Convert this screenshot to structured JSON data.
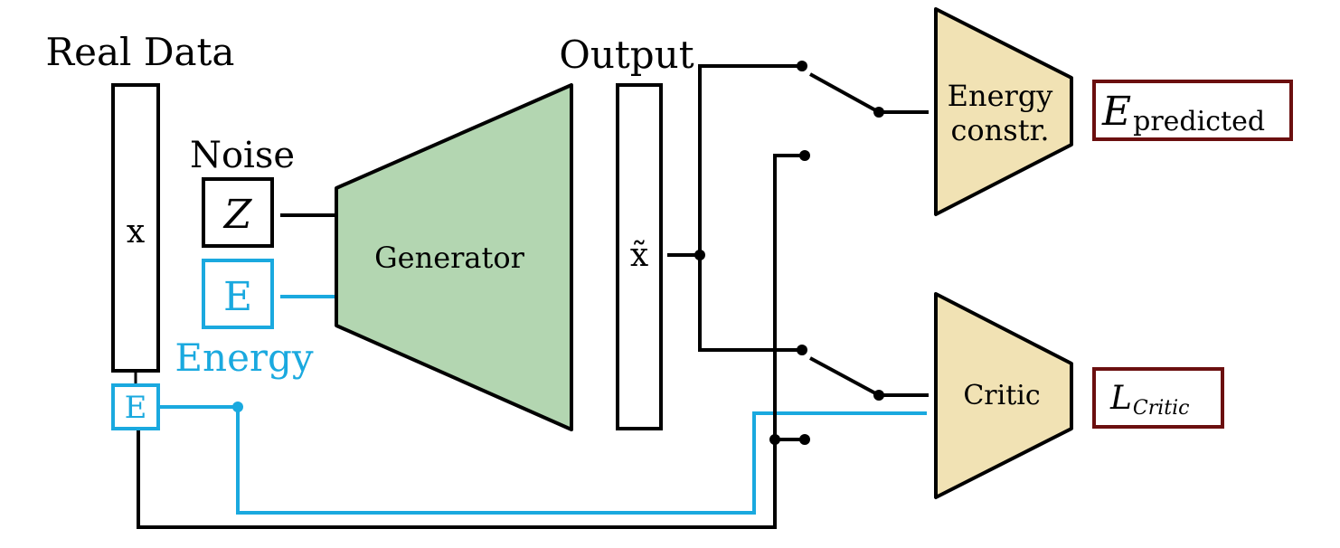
{
  "labels": {
    "real_data": "Real Data",
    "x": "x",
    "noise": "Noise",
    "z": "Z",
    "e_input": "E",
    "energy": "Energy",
    "e_real": "E",
    "generator": "Generator",
    "output": "Output",
    "x_tilde": "x̃",
    "energy_constr_line1": "Energy",
    "energy_constr_line2": "constr.",
    "critic": "Critic",
    "e_predicted_base": "E",
    "e_predicted_sub": "predicted",
    "l_critic_base": "L",
    "l_critic_sub": "Critic"
  },
  "colors": {
    "line": "#000000",
    "energy_cyan": "#1aa9df",
    "generator_fill": "#b3d6b1",
    "network_fill": "#f1e2b4",
    "result_border": "#6b0f0f"
  }
}
